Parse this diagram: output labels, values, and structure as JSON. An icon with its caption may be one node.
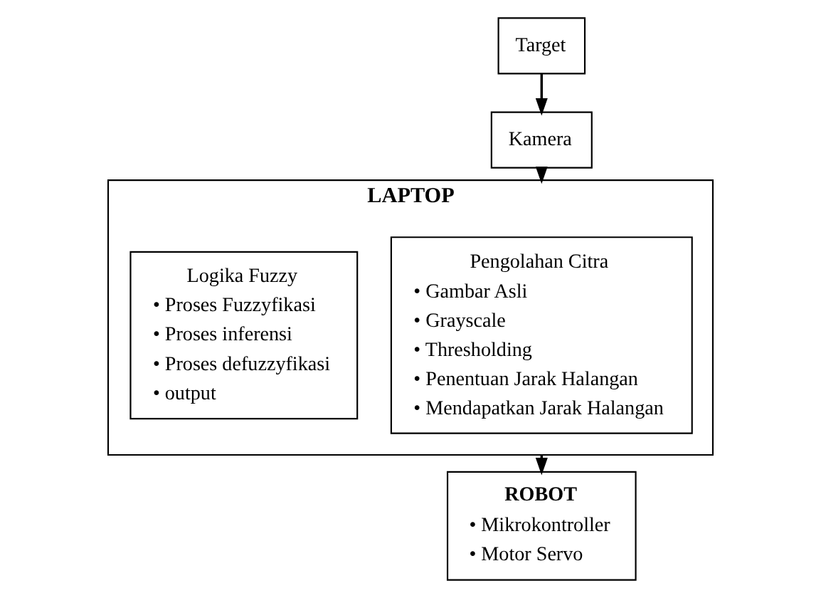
{
  "diagram": {
    "nodes": [
      {
        "text": [
          "Target"
        ]
      },
      {
        "text": [
          "Kamera"
        ]
      },
      {
        "text": [
          "LAPTOP"
        ]
      },
      {
        "text": [
          "Pengolahan Citra",
          "• Gambar Asli",
          "• Grayscale",
          "• Thresholding",
          "• Penentuan Jarak Halangan",
          "• Mendapatkan Jarak Halangan"
        ],
        "in": 2
      },
      {
        "text": [
          "Logika Fuzzy",
          "• Proses Fuzzyfikasi",
          "• Proses inferensi",
          "• Proses defuzzyfikasi",
          "• output"
        ],
        "in": 2
      },
      {
        "text": [
          "ROBOT",
          "• Mikrokontroller",
          "• Motor Servo"
        ]
      }
    ],
    "edges": [
      {
        "from": 0,
        "to": 1,
        "arrow": "to"
      },
      {
        "from": 1,
        "to": 2,
        "arrow": "to"
      },
      {
        "from": 2,
        "to": 5,
        "arrow": "to"
      }
    ]
  }
}
